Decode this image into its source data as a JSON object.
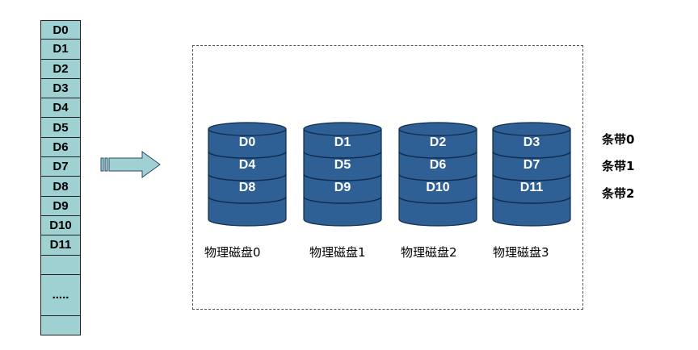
{
  "data_blocks": [
    "D0",
    "D1",
    "D2",
    "D3",
    "D4",
    "D5",
    "D6",
    "D7",
    "D8",
    "D9",
    "D10",
    "D11"
  ],
  "ellipsis": ".....",
  "disks": [
    {
      "label": "物理磁盘0",
      "blocks": [
        "D0",
        "D4",
        "D8"
      ]
    },
    {
      "label": "物理磁盘1",
      "blocks": [
        "D1",
        "D5",
        "D9"
      ]
    },
    {
      "label": "物理磁盘2",
      "blocks": [
        "D2",
        "D6",
        "D10"
      ]
    },
    {
      "label": "物理磁盘3",
      "blocks": [
        "D3",
        "D7",
        "D11"
      ]
    }
  ],
  "stripes": [
    "条带0",
    "条带1",
    "条带2"
  ],
  "colors": {
    "cell_fill": "#9fd0d2",
    "disk_fill": "#2e5f95",
    "disk_stroke": "#0f2a4a",
    "arrow_fill": "#9fd0d2"
  }
}
